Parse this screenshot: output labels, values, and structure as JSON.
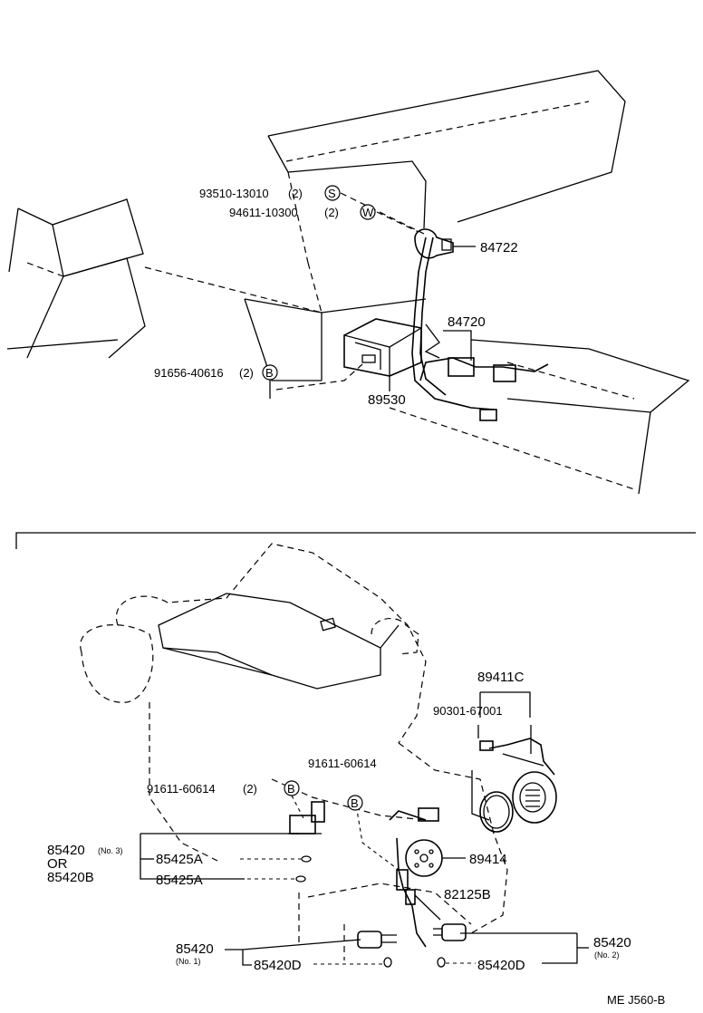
{
  "top": {
    "callouts": [
      {
        "part": "93510-13010",
        "qty": "(2)",
        "symbol": "S"
      },
      {
        "part": "94611-10300",
        "qty": "(2)",
        "symbol": "W"
      },
      {
        "part": "91656-40616",
        "qty": "(2)",
        "symbol": "B"
      }
    ],
    "parts": [
      "84722",
      "84720",
      "89530"
    ]
  },
  "bottom": {
    "callouts": [
      {
        "part": "91611-60614",
        "qty": "(2)",
        "symbol": "B"
      },
      {
        "part": "91611-60614",
        "qty": "",
        "symbol": "B"
      }
    ],
    "parts": {
      "p89411c": "89411C",
      "p90301": "90301-67001",
      "p89414": "89414",
      "p82125b": "82125B",
      "p85425a_1": "85425A",
      "p85425a_2": "85425A",
      "p85420_no3": "85420",
      "no3": "(No. 3)",
      "or": "OR",
      "p85420b": "85420B",
      "p85420_left": "85420",
      "no1": "(No. 1)",
      "p85420d_left": "85420D",
      "p85420_right": "85420",
      "no2": "(No. 2)",
      "p85420d_right": "85420D"
    },
    "code": "ME  J560-B"
  }
}
